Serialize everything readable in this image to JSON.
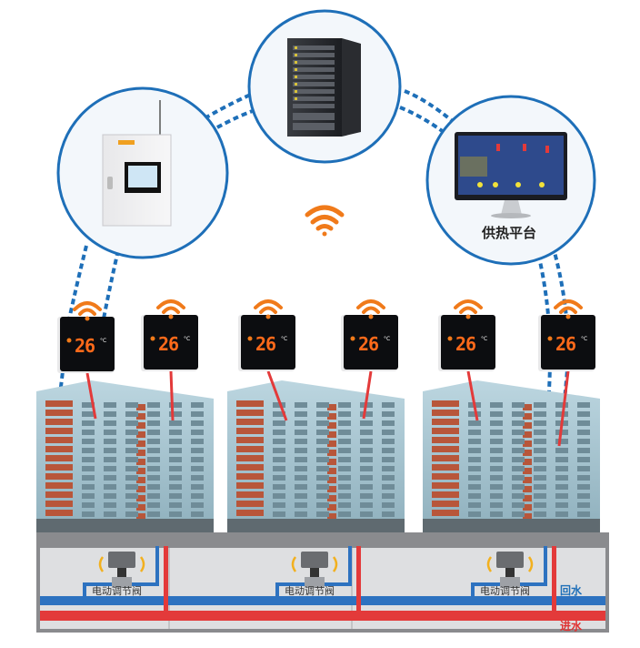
{
  "diagram": {
    "title": "Wireless heating control system topology",
    "nodes": {
      "controller": {
        "label": "",
        "type": "wall-mounted concentrator cabinet"
      },
      "server": {
        "label": "",
        "type": "server rack"
      },
      "platform": {
        "label": "供热平台",
        "type": "monitor"
      }
    },
    "thermostats": [
      {
        "temperature": "26",
        "unit": "°C"
      },
      {
        "temperature": "26",
        "unit": "°C"
      },
      {
        "temperature": "26",
        "unit": "°C"
      },
      {
        "temperature": "26",
        "unit": "°C"
      },
      {
        "temperature": "26",
        "unit": "°C"
      },
      {
        "temperature": "26",
        "unit": "°C"
      }
    ],
    "buildings_count": 3,
    "valves": [
      {
        "label": "电动调节阀"
      },
      {
        "label": "电动调节阀"
      },
      {
        "label": "电动调节阀"
      }
    ],
    "pipes": {
      "return_label": "回水",
      "supply_label": "进水"
    },
    "colors": {
      "circle_stroke": "#1e6fb8",
      "link_dash": "#1e6fb8",
      "wifi": "#f07a1a",
      "return_pipe": "#2d72c0",
      "supply_pipe": "#e33a3a",
      "display_digits": "#ff6a1a"
    }
  }
}
